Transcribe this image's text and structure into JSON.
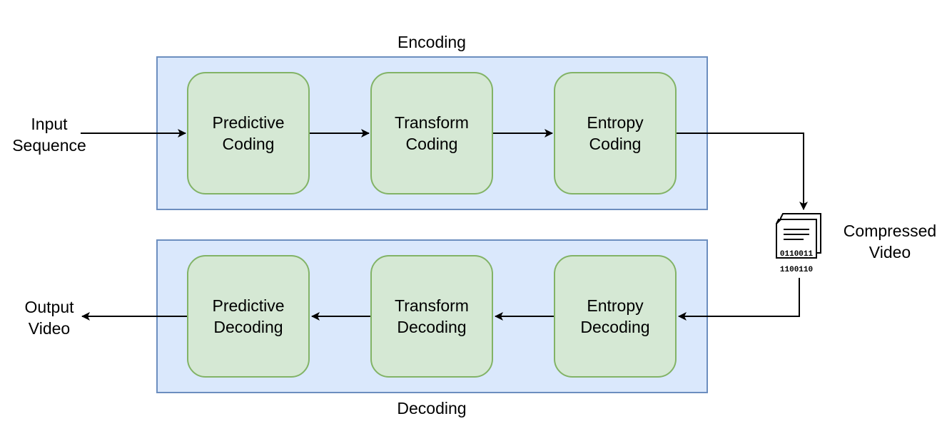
{
  "encoding": {
    "title": "Encoding",
    "blocks": [
      {
        "line1": "Predictive",
        "line2": "Coding"
      },
      {
        "line1": "Transform",
        "line2": "Coding"
      },
      {
        "line1": "Entropy",
        "line2": "Coding"
      }
    ]
  },
  "decoding": {
    "title": "Decoding",
    "blocks": [
      {
        "line1": "Predictive",
        "line2": "Decoding"
      },
      {
        "line1": "Transform",
        "line2": "Decoding"
      },
      {
        "line1": "Entropy",
        "line2": "Decoding"
      }
    ]
  },
  "input": {
    "line1": "Input",
    "line2": "Sequence"
  },
  "output": {
    "line1": "Output",
    "line2": "Video"
  },
  "compressed": {
    "line1": "Compressed",
    "line2": "Video",
    "icon": "compressed-file-icon",
    "bits1": "0110011",
    "bits2": "1100110"
  },
  "colors": {
    "group_fill": "#dae8fc",
    "group_stroke": "#6c8ebf",
    "block_fill": "#d5e8d4",
    "block_stroke": "#82b366"
  }
}
